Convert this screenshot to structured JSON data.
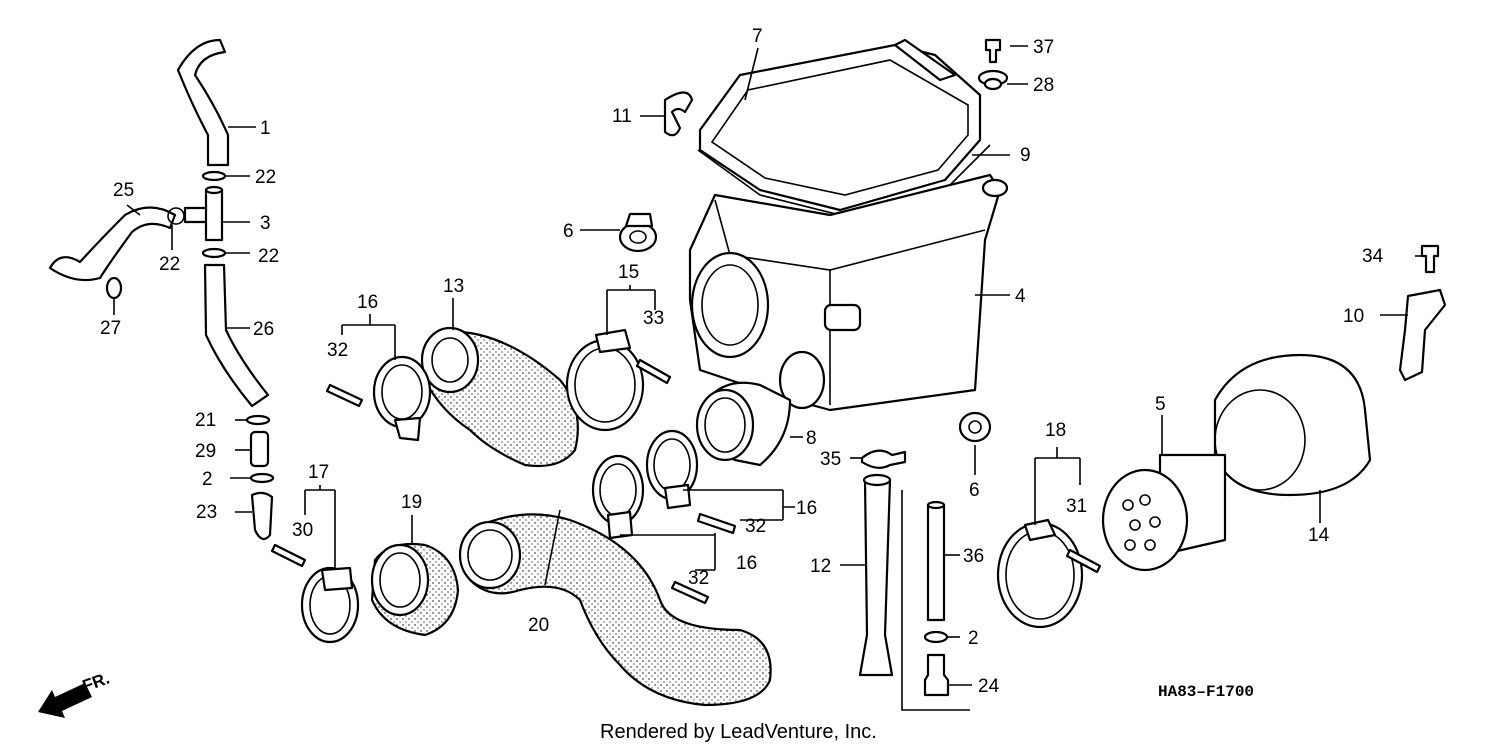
{
  "diagram": {
    "drawing_code": "HA83–F1700",
    "credit": "Rendered by LeadVenture, Inc.",
    "direction_label": "FR.",
    "callouts": {
      "c1": "1",
      "c2a": "2",
      "c2b": "2",
      "c3": "3",
      "c4": "4",
      "c5": "5",
      "c6a": "6",
      "c6b": "6",
      "c7": "7",
      "c8": "8",
      "c9": "9",
      "c10": "10",
      "c11": "11",
      "c12": "12",
      "c13": "13",
      "c14": "14",
      "c15": "15",
      "c16a": "16",
      "c16b": "16",
      "c16c": "16",
      "c17": "17",
      "c18": "18",
      "c19": "19",
      "c20": "20",
      "c21": "21",
      "c22a": "22",
      "c22b": "22",
      "c22c": "22",
      "c23": "23",
      "c24": "24",
      "c25": "25",
      "c26": "26",
      "c27": "27",
      "c28": "28",
      "c29": "29",
      "c30": "30",
      "c31": "31",
      "c32a": "32",
      "c32b": "32",
      "c32c": "32",
      "c33": "33",
      "c34": "34",
      "c35": "35",
      "c36": "36",
      "c37": "37"
    }
  }
}
